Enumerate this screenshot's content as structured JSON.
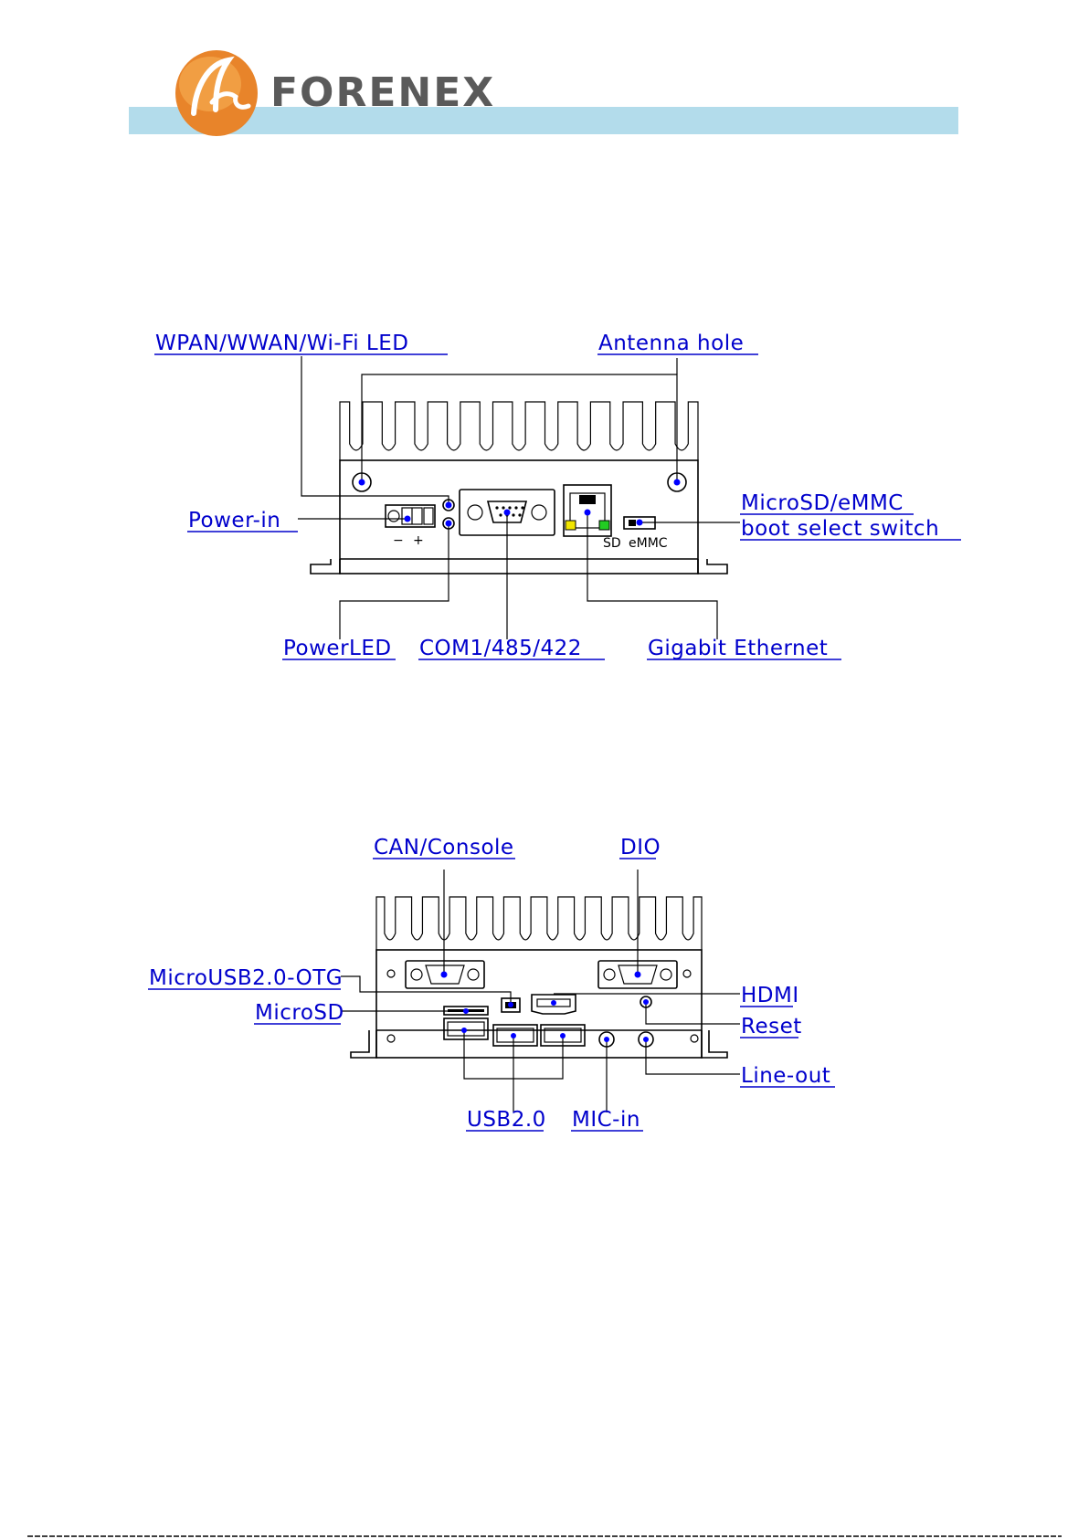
{
  "header": {
    "brand_name": "FORENEX",
    "band_color": "#b3dceb",
    "logo_color": "#e8842a"
  },
  "front_panel": {
    "labels": {
      "wifi_led": "WPAN/WWAN/Wi-Fi LED",
      "antenna_hole": "Antenna hole",
      "power_in": "Power-in",
      "microsd_emmc_line1": "MicroSD/eMMC",
      "microsd_emmc_line2": "boot select switch",
      "power_led": "PowerLED",
      "com": "COM1/485/422",
      "ethernet": "Gigabit Ethernet"
    },
    "device_text": {
      "minus": "−",
      "plus": "+",
      "sd": "SD",
      "emmc": "eMMC"
    },
    "led_colors": {
      "yellow": "#f2e600",
      "green": "#22cc22"
    }
  },
  "rear_panel": {
    "labels": {
      "can_console": "CAN/Console",
      "dio": "DIO",
      "microusb": "MicroUSB2.0-OTG",
      "hdmi": "HDMI",
      "microsd": "MicroSD",
      "reset": "Reset",
      "line_out": "Line-out",
      "usb": "USB2.0",
      "mic_in": "MIC-in"
    }
  },
  "colors": {
    "label": "#0000cc",
    "dot": "#0000ff"
  }
}
